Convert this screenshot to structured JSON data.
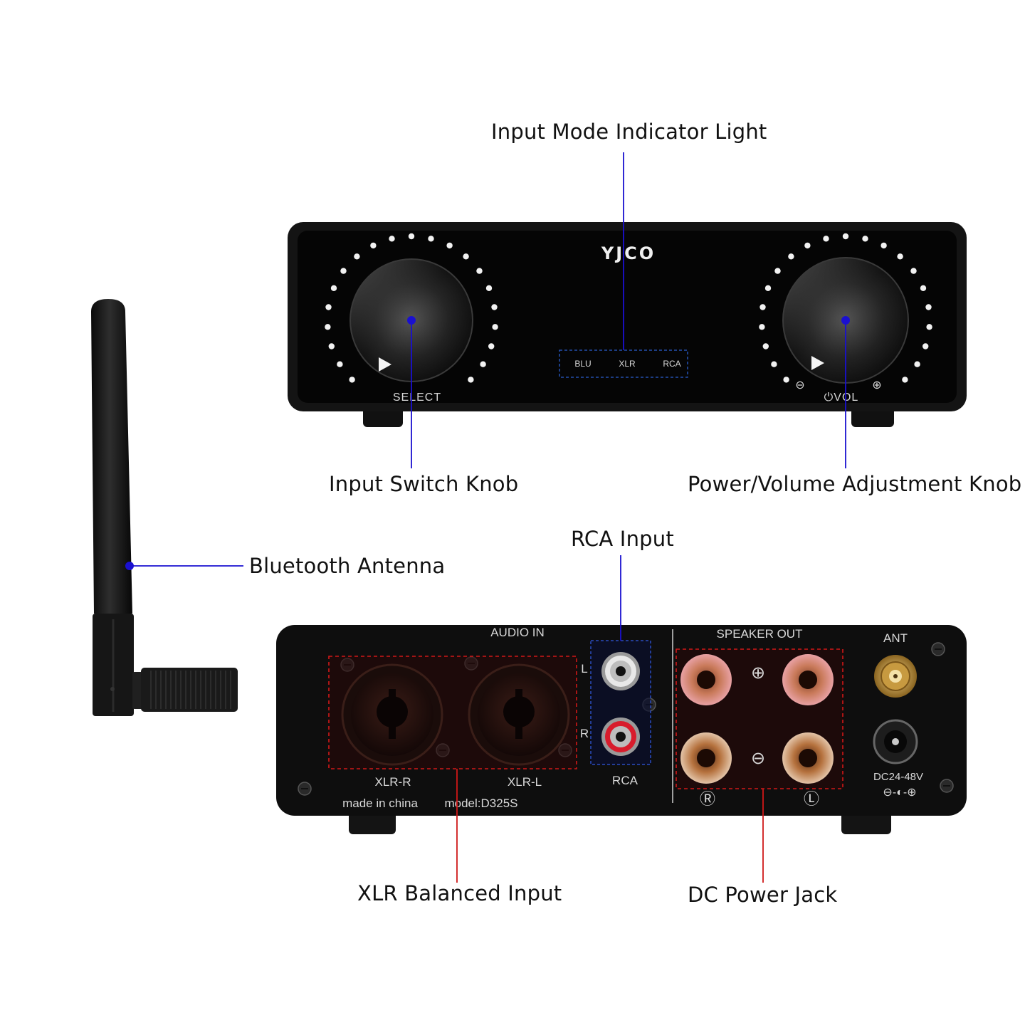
{
  "callouts": {
    "input_mode_indicator": "Input Mode Indicator Light",
    "input_switch_knob": "Input Switch Knob",
    "power_volume_knob": "Power/Volume Adjustment Knob",
    "bluetooth_antenna": "Bluetooth Antenna",
    "rca_input": "RCA Input",
    "xlr_balanced_input": "XLR Balanced Input",
    "dc_power_jack": "DC Power Jack"
  },
  "front_panel": {
    "brand": "YJCO",
    "select_label": "SELECT",
    "vol_label": "⏻VOL",
    "minus_symbol": "⊖",
    "plus_symbol": "⊕",
    "indicators": [
      "BLU",
      "XLR",
      "RCA"
    ]
  },
  "rear_panel": {
    "audio_in": "AUDIO IN",
    "speaker_out": "SPEAKER OUT",
    "ant": "ANT",
    "xlr_r": "XLR-R",
    "xlr_l": "XLR-L",
    "rca": "RCA",
    "rca_left": "L",
    "rca_right": "R",
    "plus_symbol": "⊕",
    "minus_symbol": "⊖",
    "right_channel": "Ⓡ",
    "left_channel": "Ⓛ",
    "made_in": "made in china",
    "model": "model:D325S",
    "dc_rating": "DC24-48V",
    "dc_polarity": "⊖-◐-⊕"
  },
  "colors": {
    "leader_blue": "#1a10d0",
    "leader_red": "#d01818",
    "device_body": "#0b0b0b",
    "led_white": "#f2f2f2"
  }
}
